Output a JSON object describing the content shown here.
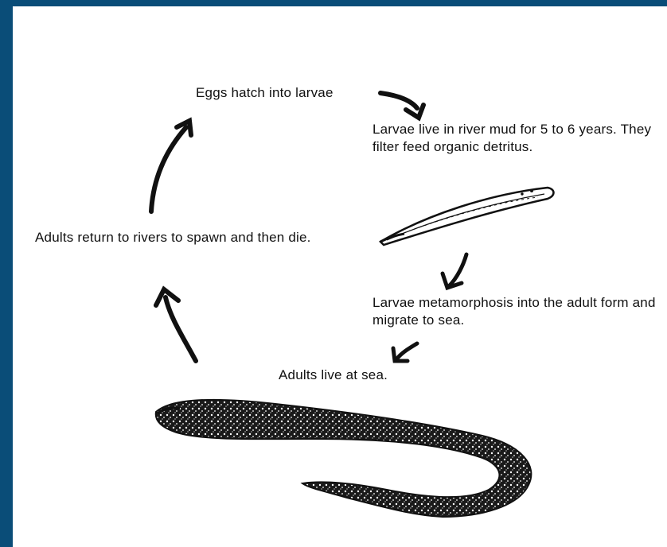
{
  "colors": {
    "frame": "#0a4d78",
    "ink": "#111111"
  },
  "stages": {
    "eggs": "Eggs hatch into larvae",
    "larvae_mud": "Larvae live in river mud for 5 to 6 years. They filter feed organic detritus.",
    "metamorphosis": "Larvae metamorphosis into the adult form and migrate to sea.",
    "adults_sea": "Adults live at sea.",
    "adults_return": "Adults return to rivers to spawn and then die."
  },
  "illustrations": {
    "larva": "larva-sketch",
    "adult": "adult-lamprey-sketch"
  }
}
